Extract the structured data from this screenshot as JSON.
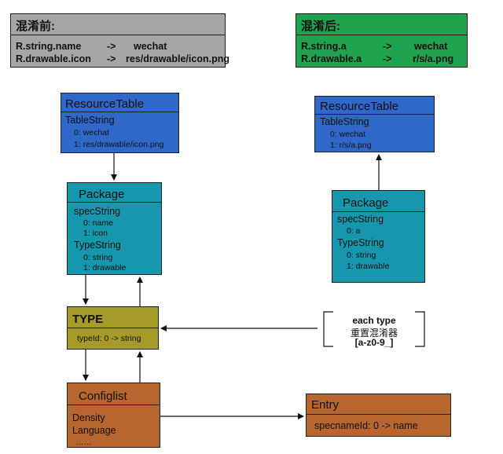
{
  "colors": {
    "gray_bg": "#a6a6a6",
    "green_bg": "#1fa34f",
    "blue_bg": "#2f68c8",
    "teal_bg": "#1697ad",
    "olive_bg": "#a69a28",
    "brown_bg": "#b8662f"
  },
  "before": {
    "title": "混淆前:",
    "line1_left": "R.string.name",
    "line1_arrow": "->",
    "line1_right": "wechat",
    "line2_left": "R.drawable.icon",
    "line2_arrow": "->",
    "line2_right": "res/drawable/icon.png"
  },
  "after": {
    "title": "混淆后:",
    "line1_left": "R.string.a",
    "line1_arrow": "->",
    "line1_right": "wechat",
    "line2_left": "R.drawable.a",
    "line2_arrow": "->",
    "line2_right": "r/s/a.png"
  },
  "left_resource_table": {
    "title": "ResourceTable",
    "subtitle": "TableString",
    "item0": "0: wechat",
    "item1": "1: res/drawable/icon.png"
  },
  "right_resource_table": {
    "title": "ResourceTable",
    "subtitle": "TableString",
    "item0": "0: wechat",
    "item1": "1: r/s/a.png"
  },
  "left_package": {
    "title": "Package",
    "spec_label": "specString",
    "spec0": "0: name",
    "spec1": "1:  icon",
    "type_label": "TypeString",
    "type0": "0: string",
    "type1": "1:  drawable"
  },
  "right_package": {
    "title": "Package",
    "spec_label": "specString",
    "spec0": "0: a",
    "type_label": "TypeString",
    "type0": "0: string",
    "type1": "1: drawable"
  },
  "type_box": {
    "title": "TYPE",
    "row": "typeId: 0 -> string"
  },
  "note": {
    "line1": "each type",
    "line2": "重置混淆器",
    "line3": "[a-z0-9_]"
  },
  "configlist": {
    "title": "Configlist",
    "item1": "Density",
    "item2": "Language",
    "item3": "……"
  },
  "entry": {
    "title": "Entry",
    "row": "specnameId: 0 -> name"
  }
}
